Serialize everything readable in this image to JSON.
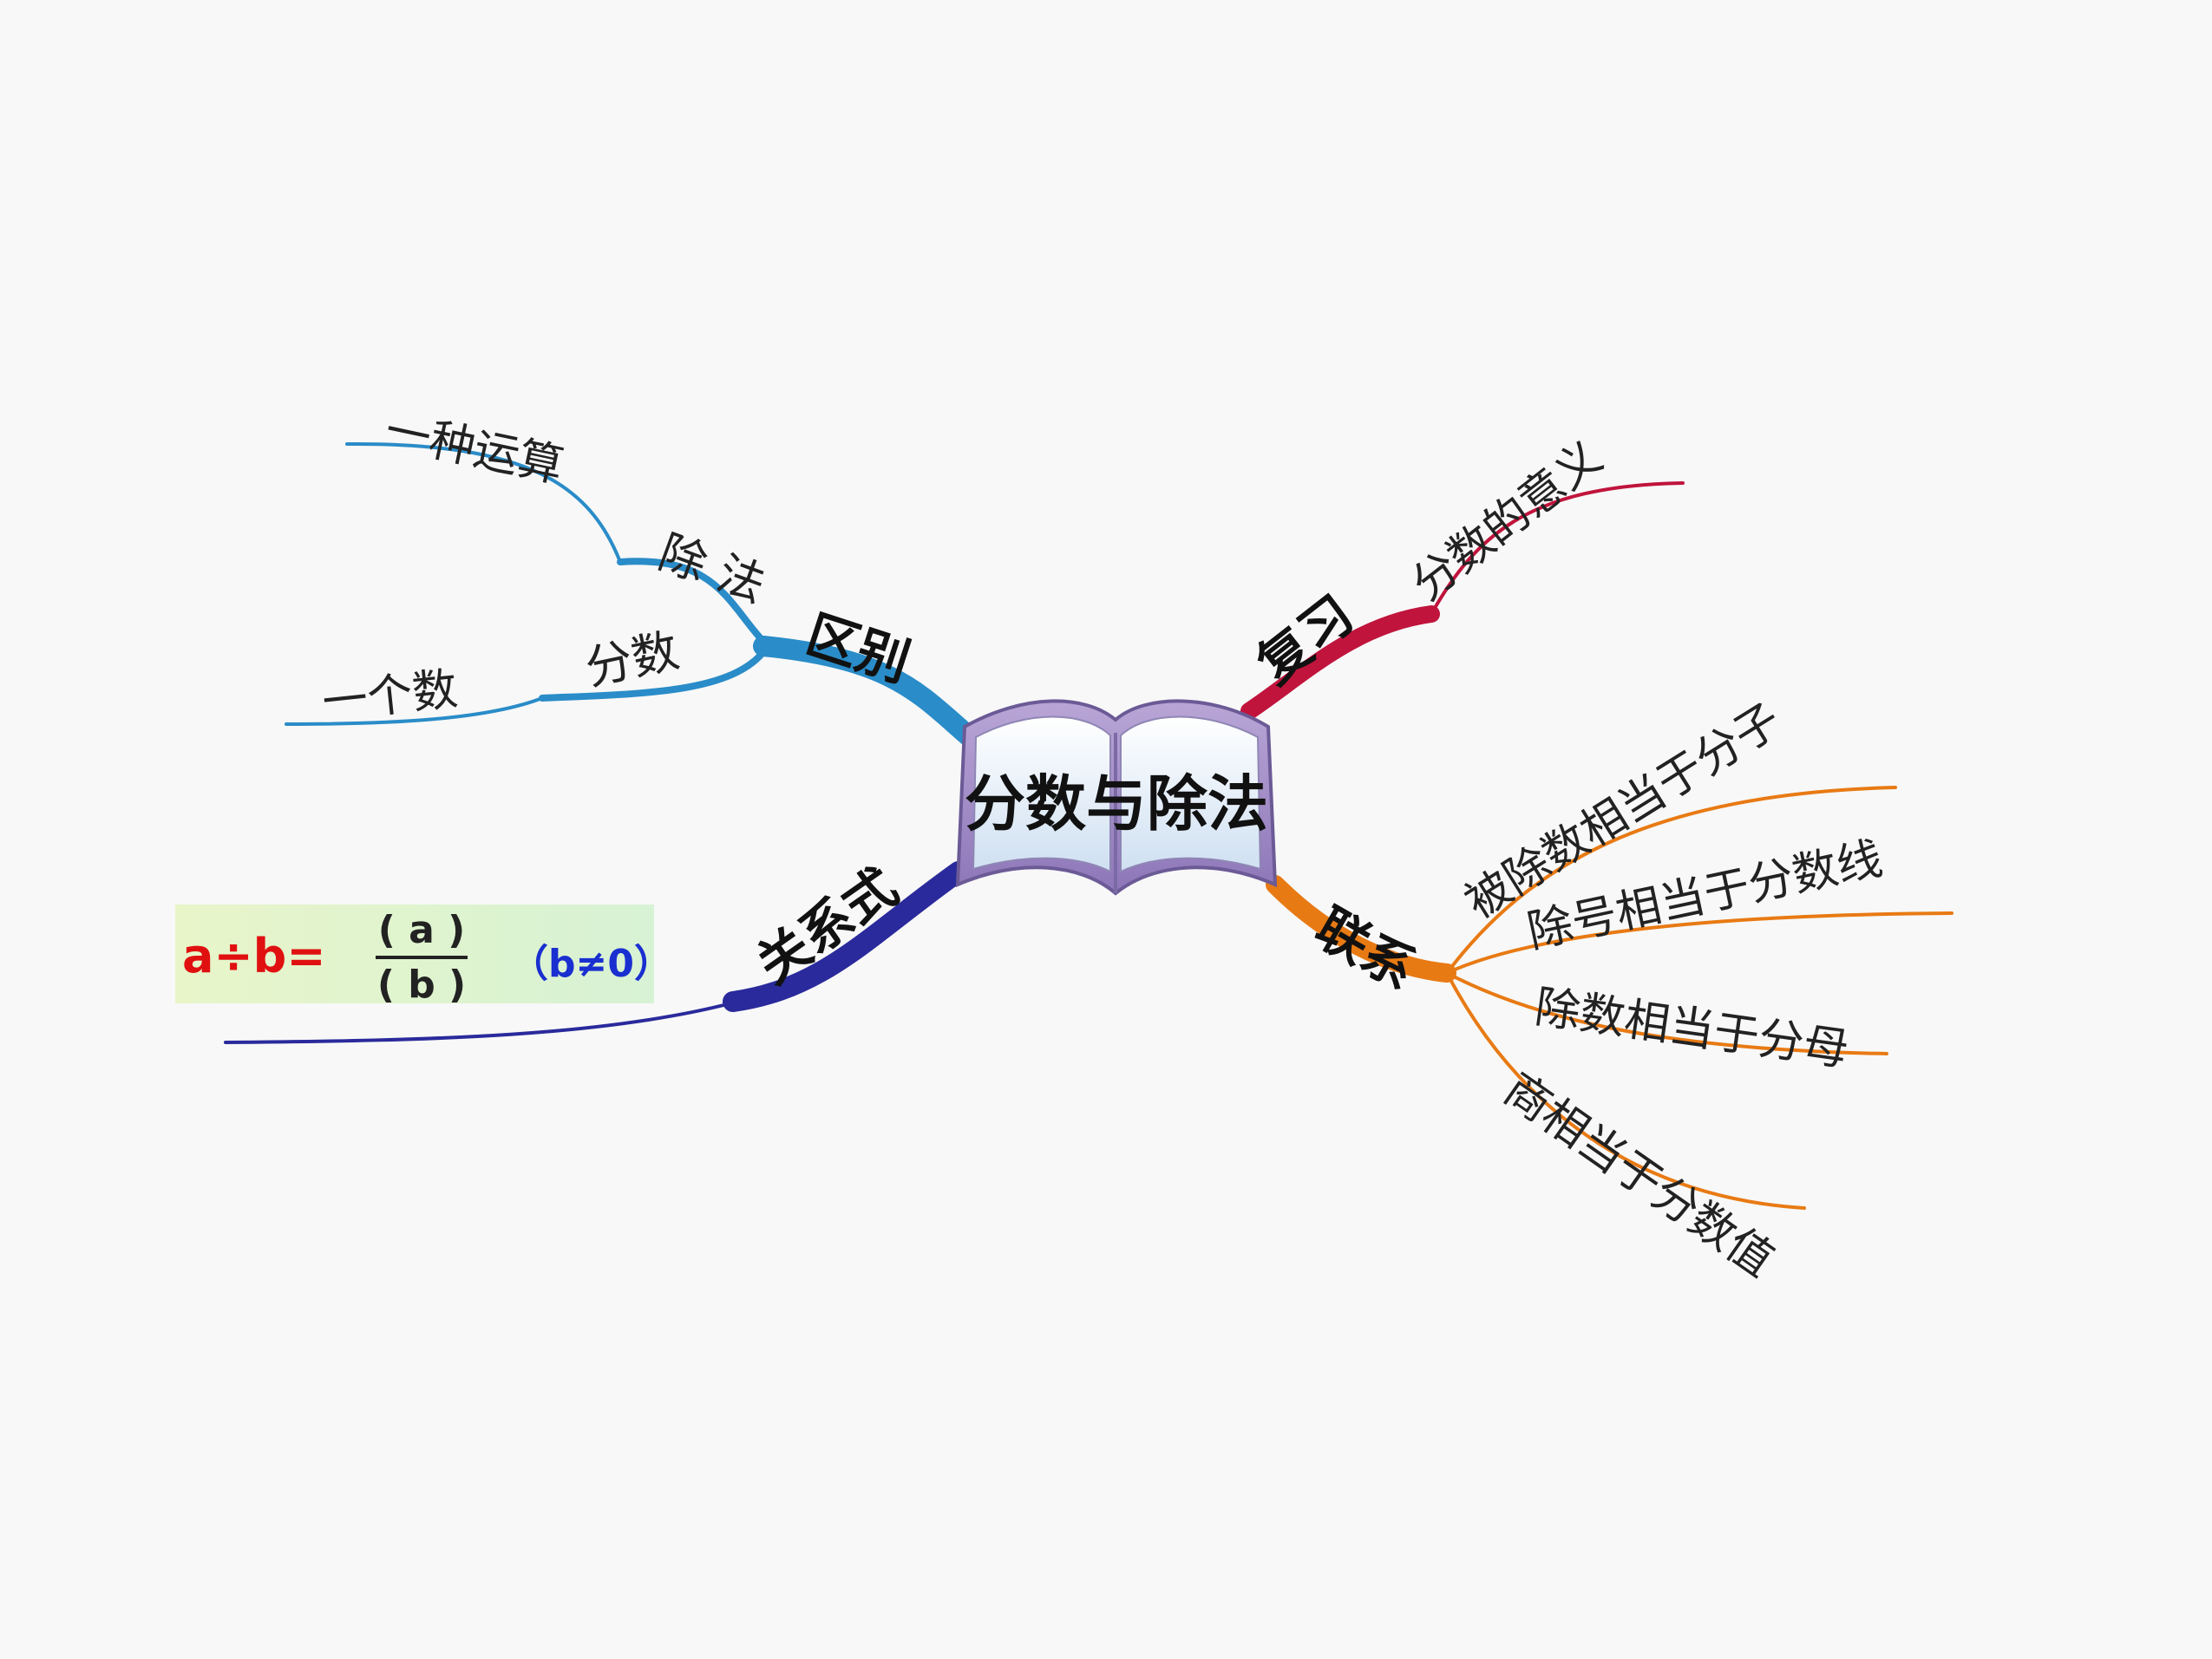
{
  "center": {
    "title": "分数与除法"
  },
  "branches": {
    "difference": {
      "label": "区别",
      "division": {
        "label": "除 法",
        "leaf": "一种运算"
      },
      "fraction": {
        "label": "分数",
        "leaf": "一个数"
      }
    },
    "review": {
      "label": "复习",
      "leaf": "分数的意义"
    },
    "relation": {
      "label": "联系",
      "items": [
        "被除数相当于分子",
        "除号相当于分数线",
        "除数相当于分母",
        "商相当于分数值"
      ]
    },
    "formula": {
      "label": "关系式",
      "lhs": "a÷b=",
      "numerator": "( a )",
      "denominator": "( b )",
      "condition": "（b≠0）"
    }
  },
  "colors": {
    "difference": "#2a8cc8",
    "review": "#c0143c",
    "relation": "#e87a14",
    "formula": "#2a2a9c"
  }
}
